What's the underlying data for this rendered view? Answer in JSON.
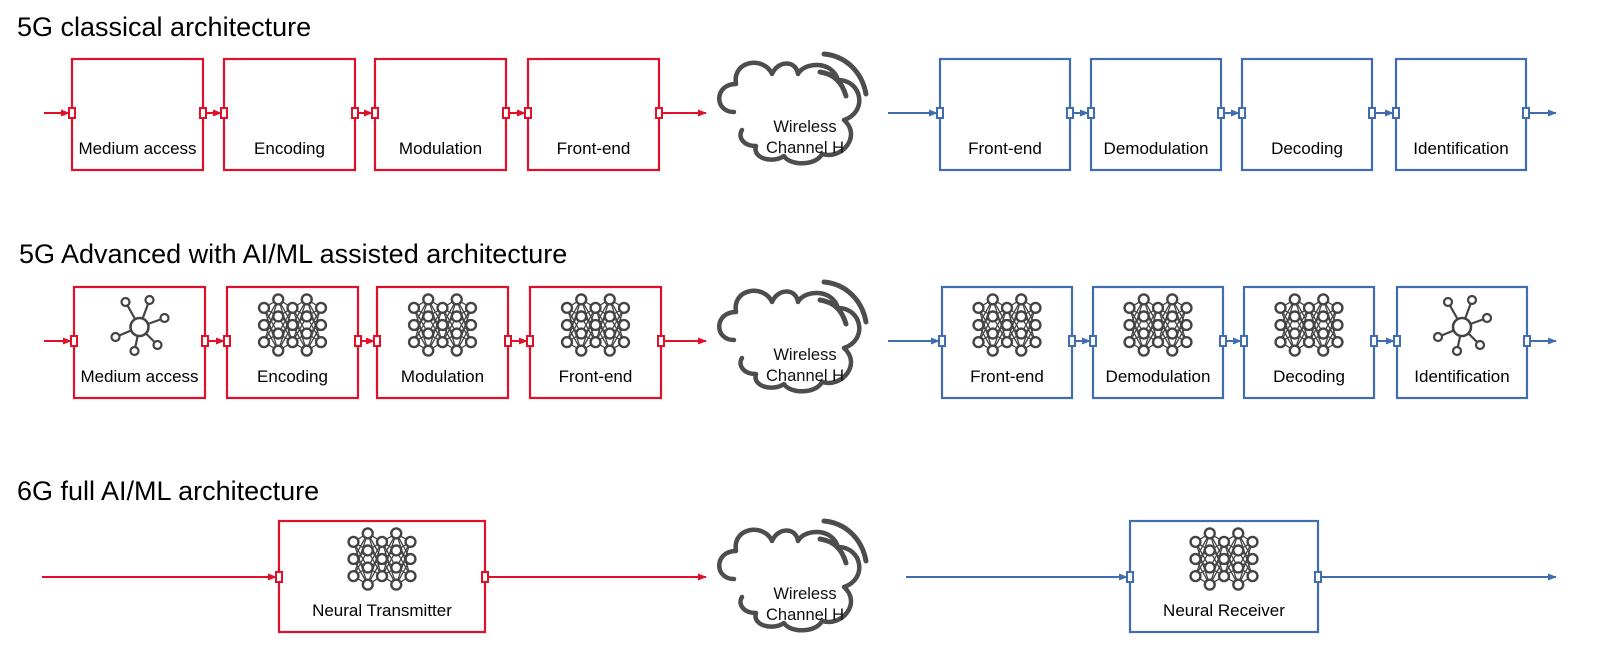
{
  "colors": {
    "transmitter": "#e0102b",
    "receiver": "#3f6db0",
    "cloud": "#4d4d4d",
    "icon": "#444444"
  },
  "rows": [
    {
      "title": "5G classical architecture",
      "cloud_lines": [
        "Wireless",
        "Channel H"
      ],
      "tx_blocks": [
        {
          "label": "Medium access",
          "icon": ""
        },
        {
          "label": "Encoding",
          "icon": ""
        },
        {
          "label": "Modulation",
          "icon": ""
        },
        {
          "label": "Front-end",
          "icon": ""
        }
      ],
      "rx_blocks": [
        {
          "label": "Front-end",
          "icon": ""
        },
        {
          "label": "Demodulation",
          "icon": ""
        },
        {
          "label": "Decoding",
          "icon": ""
        },
        {
          "label": "Identification",
          "icon": ""
        }
      ]
    },
    {
      "title": "5G Advanced  with AI/ML assisted architecture",
      "cloud_lines": [
        "Wireless",
        "Channel H"
      ],
      "tx_blocks": [
        {
          "label": "Medium access",
          "icon": "network-hub-icon"
        },
        {
          "label": "Encoding",
          "icon": "neural-network-icon"
        },
        {
          "label": "Modulation",
          "icon": "neural-network-icon"
        },
        {
          "label": "Front-end",
          "icon": "neural-network-icon"
        }
      ],
      "rx_blocks": [
        {
          "label": "Front-end",
          "icon": "neural-network-icon"
        },
        {
          "label": "Demodulation",
          "icon": "neural-network-icon"
        },
        {
          "label": "Decoding",
          "icon": "neural-network-icon"
        },
        {
          "label": "Identification",
          "icon": "network-hub-icon"
        }
      ]
    },
    {
      "title": "6G full AI/ML architecture",
      "cloud_lines": [
        "Wireless",
        "Channel H"
      ],
      "tx_blocks": [
        {
          "label": "Neural Transmitter",
          "icon": "neural-network-icon"
        }
      ],
      "rx_blocks": [
        {
          "label": "Neural Receiver",
          "icon": "neural-network-icon"
        }
      ]
    }
  ]
}
